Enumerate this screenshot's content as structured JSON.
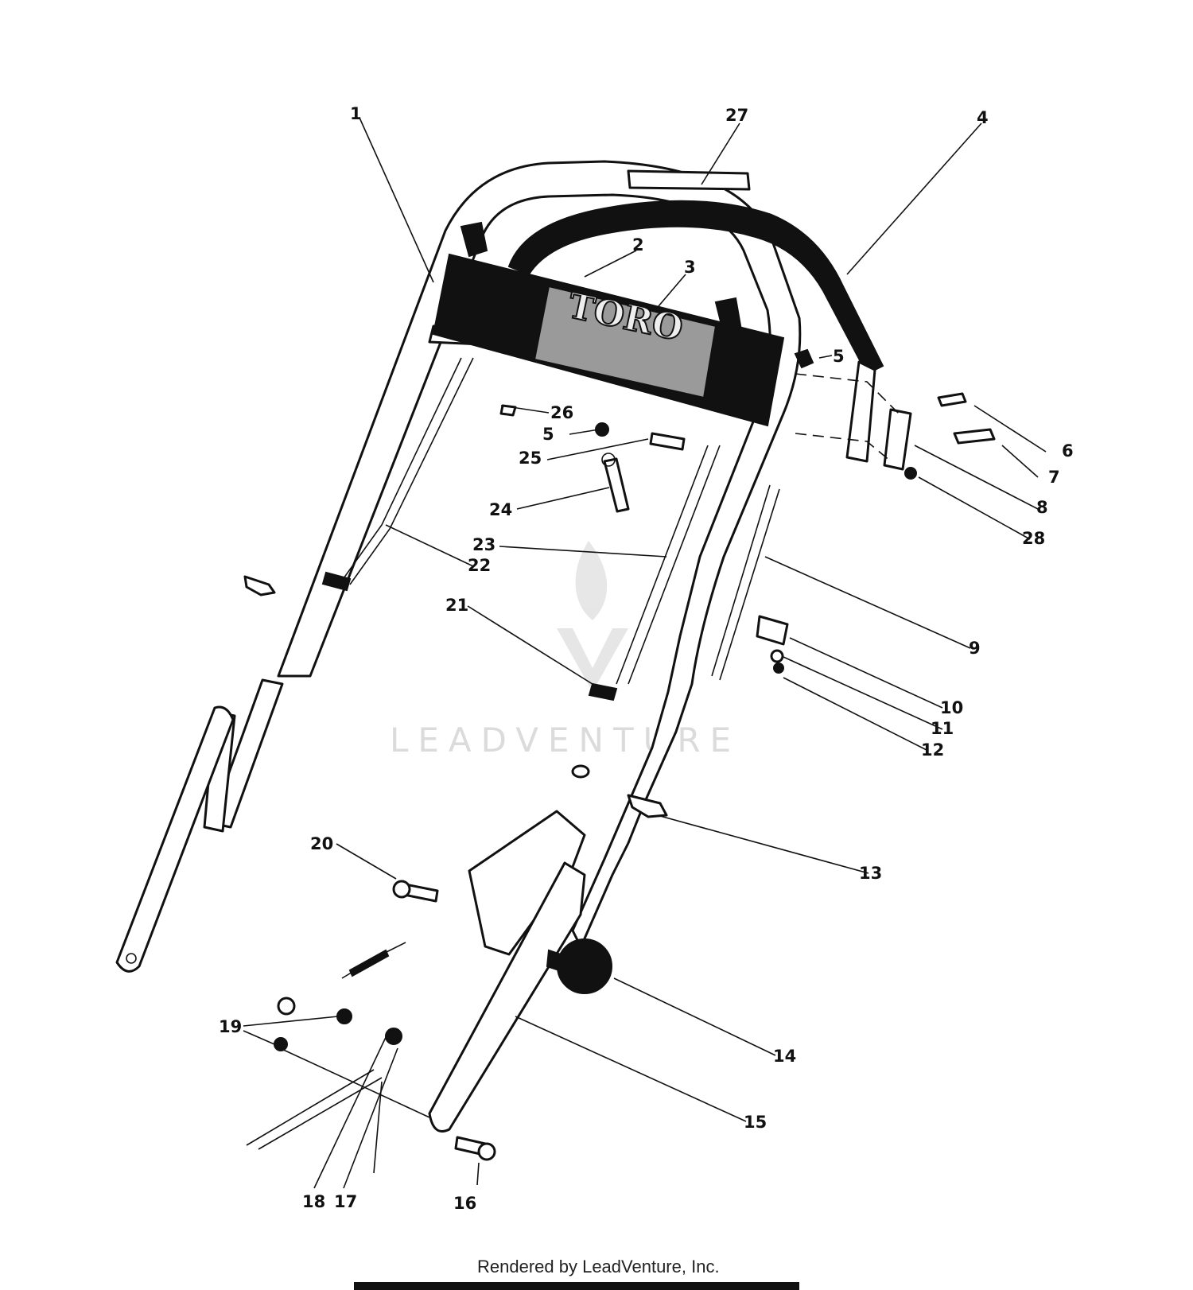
{
  "diagram": {
    "labels": [
      "1",
      "27",
      "4",
      "2",
      "3",
      "5",
      "26",
      "5",
      "25",
      "6",
      "7",
      "8",
      "28",
      "24",
      "23",
      "22",
      "21",
      "9",
      "10",
      "11",
      "12",
      "13",
      "20",
      "14",
      "19",
      "15",
      "16",
      "18",
      "17"
    ],
    "brand_text": "TORO",
    "watermark": "LEADVENTURE",
    "credit": "Rendered by LeadVenture, Inc."
  }
}
